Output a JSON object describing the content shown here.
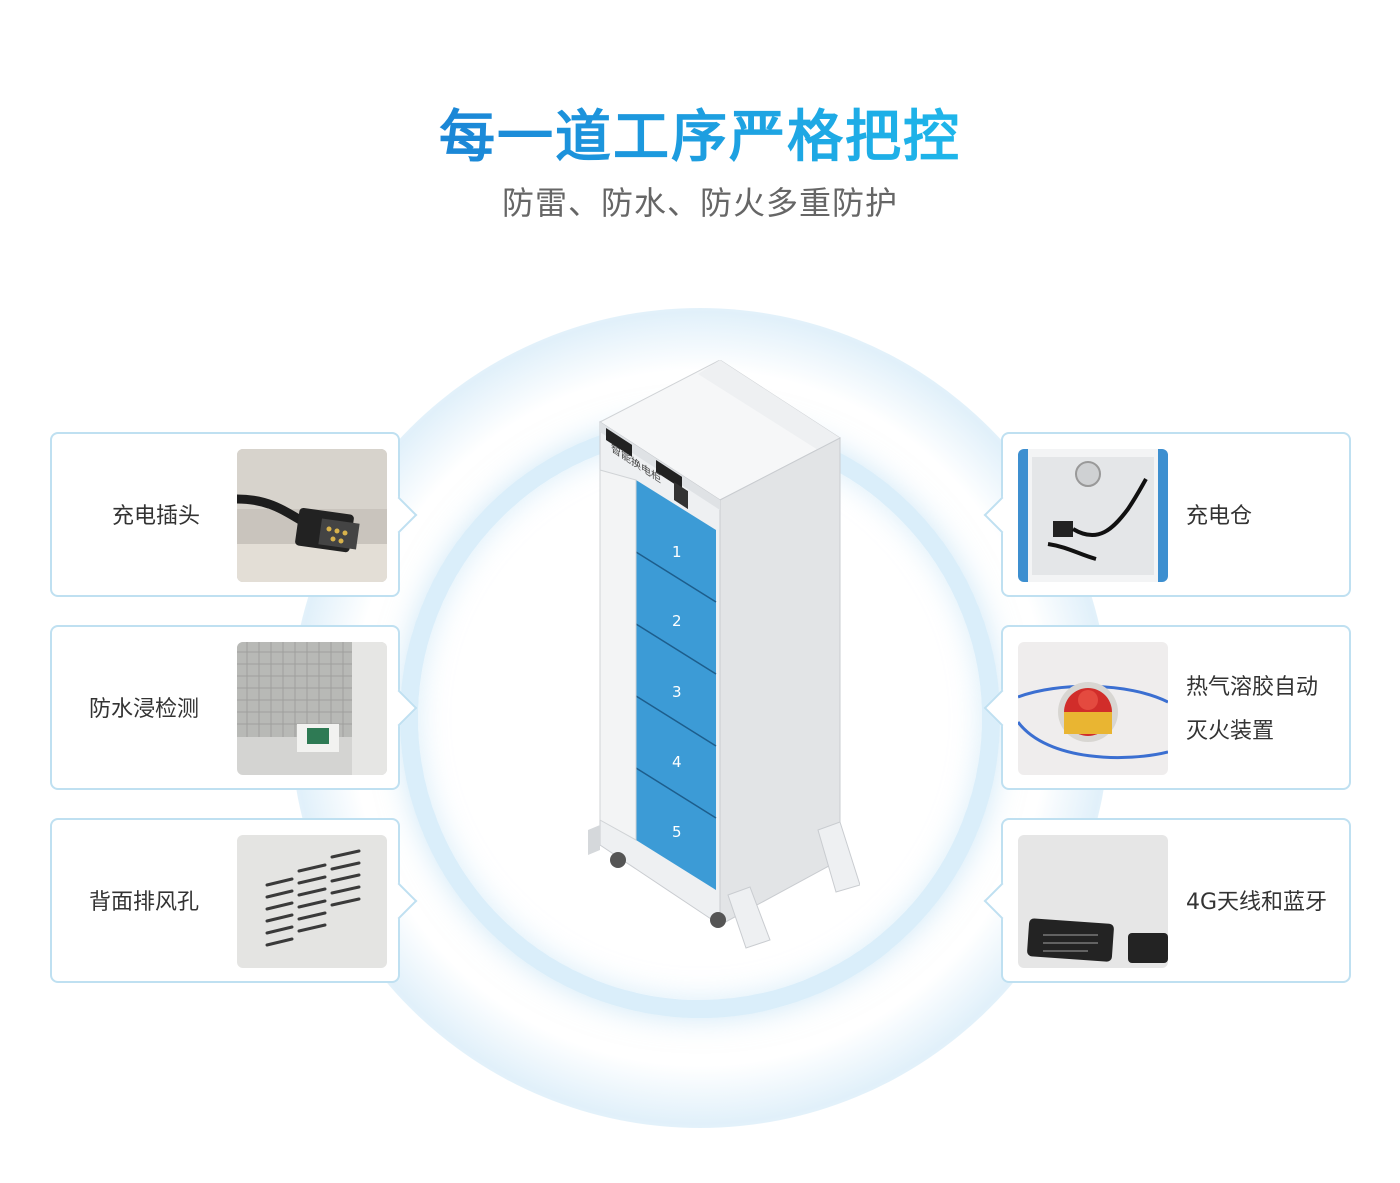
{
  "header": {
    "title": "每一道工序严格把控",
    "subtitle": "防雷、防水、防火多重防护"
  },
  "features_left": [
    {
      "label": "充电插头",
      "icon": "charging-plug-photo"
    },
    {
      "label": "防水浸检测",
      "icon": "water-sensor-photo"
    },
    {
      "label": "背面排风孔",
      "icon": "vent-holes-photo"
    }
  ],
  "features_right": [
    {
      "label": "充电仓",
      "icon": "charging-bay-photo"
    },
    {
      "label": "热气溶胶自动",
      "label2": "灭火装置",
      "icon": "fire-extinguisher-photo"
    },
    {
      "label": "4G天线和蓝牙",
      "icon": "antenna-photo"
    }
  ],
  "cabinet": {
    "brand": "智能换电柜",
    "doors": [
      "1",
      "2",
      "3",
      "4",
      "5"
    ],
    "door_color": "#3c9bd6",
    "body_color": "#eceef0"
  },
  "colors": {
    "title_start": "#1b86d6",
    "title_end": "#1fb6ea",
    "card_border": "#bfe0f1"
  }
}
